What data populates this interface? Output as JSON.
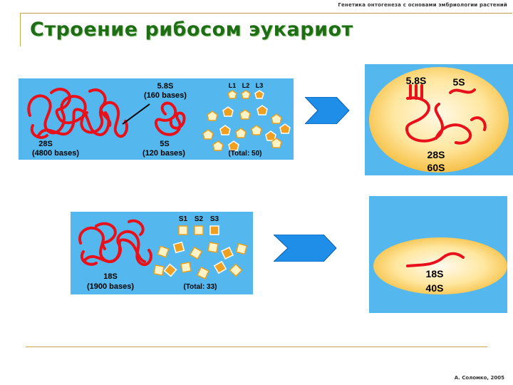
{
  "header": {
    "note": "Генетика онтогенеза с основами эмбриологии растений"
  },
  "title": "Строение рибосом эукариот",
  "large_subunit": {
    "components": {
      "rrna_28s": "28S",
      "rrna_28s_bases": "(4800 bases)",
      "rrna_58s": "5.8S",
      "rrna_58s_bases": "(160 bases)",
      "rrna_5s": "5S",
      "rrna_5s_bases": "(120 bases)",
      "protein_labels": [
        "L1",
        "L2",
        "L3"
      ],
      "protein_total": "(Total: 50)"
    },
    "assembled": {
      "label_58s": "5.8S",
      "label_5s": "5S",
      "label_28s": "28S",
      "label_sub": "60S"
    }
  },
  "small_subunit": {
    "components": {
      "rrna_18s": "18S",
      "rrna_18s_bases": "(1900 bases)",
      "protein_labels": [
        "S1",
        "S2",
        "S3"
      ],
      "protein_total": "(Total: 33)"
    },
    "assembled": {
      "label_18s": "18S",
      "label_sub": "40S"
    }
  },
  "colors": {
    "panel_blue": "#54b8ee",
    "rrna_red": "#e8101a",
    "protein_orange": "#f0a020",
    "protein_cream": "#fff4c8",
    "arrow_blue": "#1e8ee8",
    "title_green": "#1f6e16",
    "rule_gold": "#c9a64a"
  },
  "footer": {
    "note": "А. Соломко, 2005"
  }
}
